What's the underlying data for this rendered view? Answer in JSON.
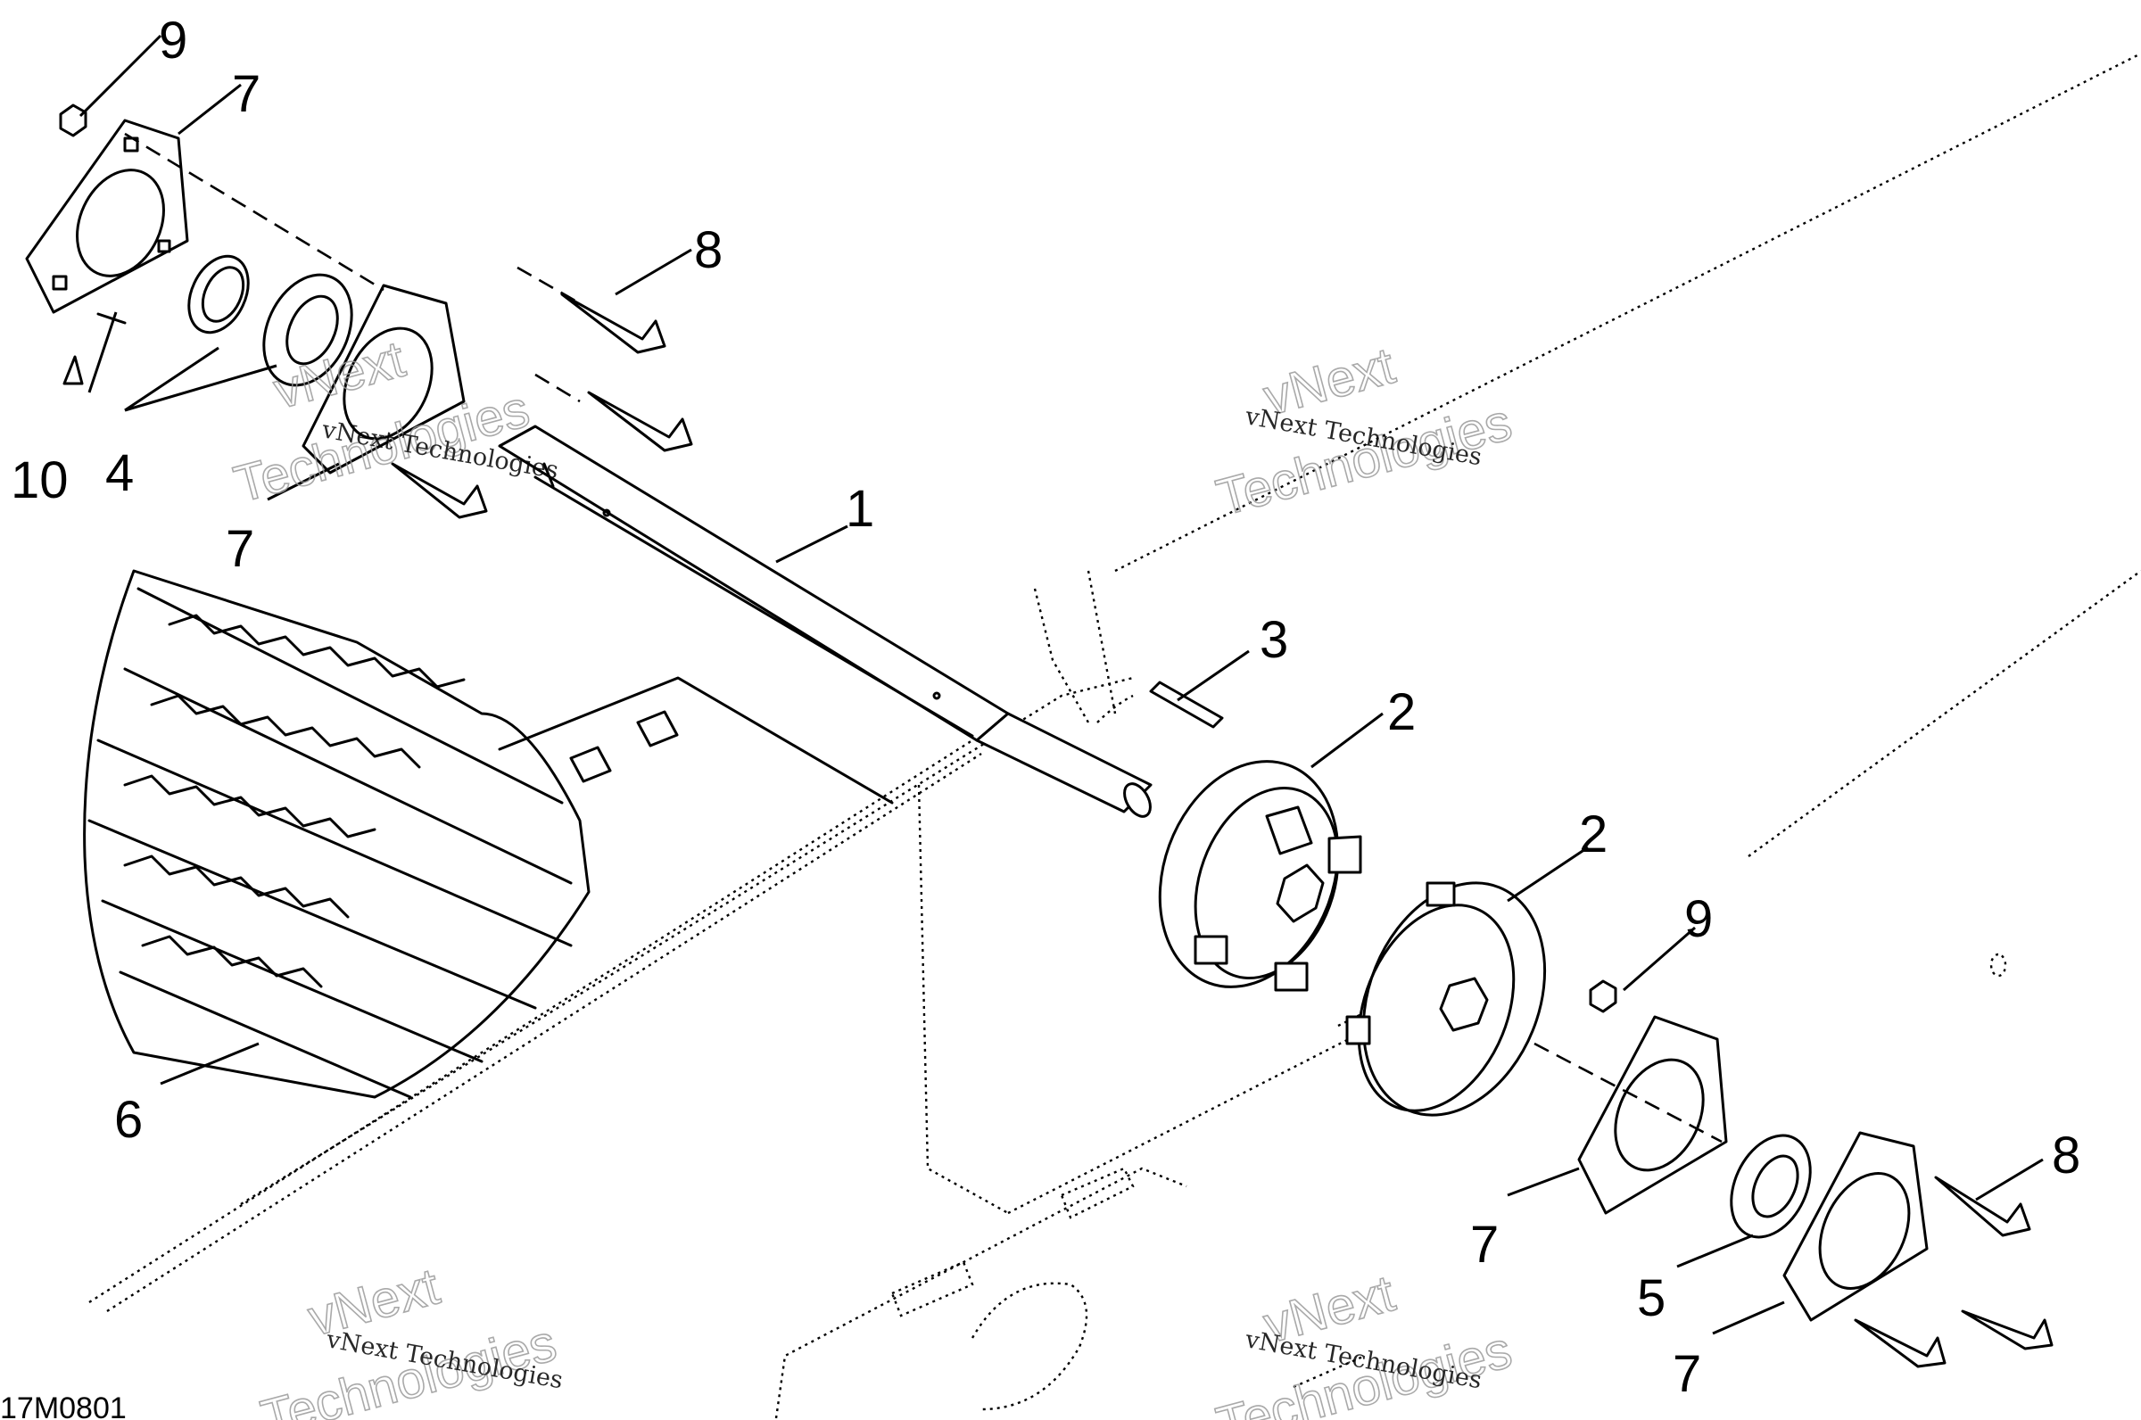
{
  "diagram": {
    "figure_code": "17M0801",
    "watermark": {
      "small": "vNext Technologies",
      "big_line1": "vNext",
      "big_line2": "Technologies"
    },
    "callouts": {
      "c1": "1",
      "c2a": "2",
      "c2b": "2",
      "c3": "3",
      "c4": "4",
      "c5": "5",
      "c6": "6",
      "c7a": "7",
      "c7b": "7",
      "c7c": "7",
      "c7d": "7",
      "c8a": "8",
      "c8b": "8",
      "c9a": "9",
      "c9b": "9",
      "c10": "10"
    }
  }
}
